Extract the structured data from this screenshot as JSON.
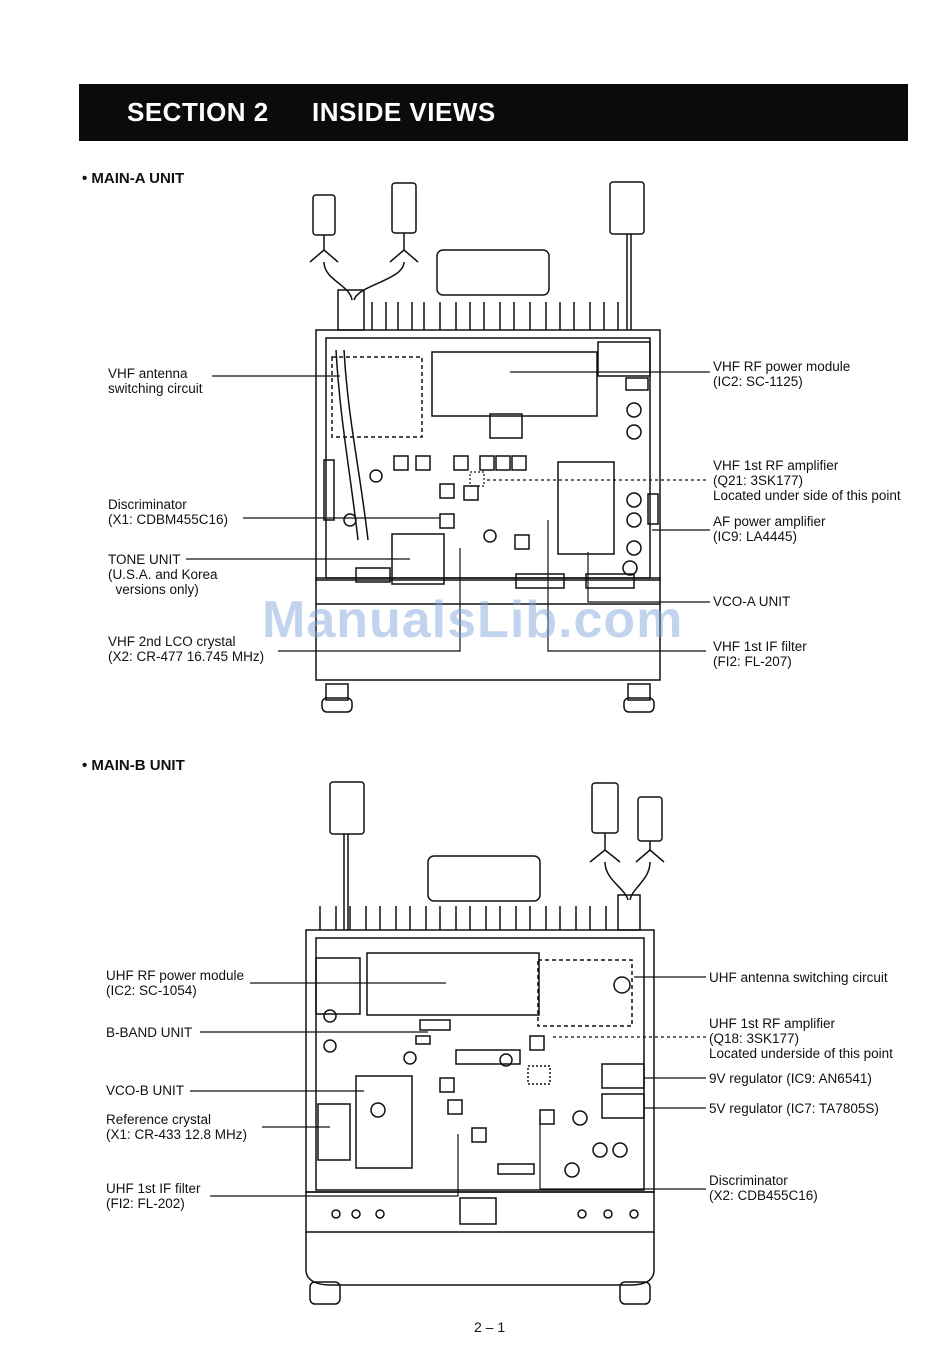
{
  "header": {
    "section_number": "SECTION 2",
    "section_title": "INSIDE VIEWS"
  },
  "main_a": {
    "title": "• MAIN-A UNIT",
    "labels": {
      "vhf_antenna": "VHF antenna\nswitching circuit",
      "discriminator": "Discriminator\n(X1: CDBM455C16)",
      "tone_unit": "TONE UNIT\n(U.S.A. and Korea\n  versions only)",
      "vhf_2nd_lco": "VHF 2nd LCO crystal\n(X2: CR-477 16.745 MHz)",
      "vhf_rf_power": "VHF RF power module\n(IC2: SC-1125)",
      "vhf_1st_rf_amp": "VHF 1st RF amplifier\n(Q21: 3SK177)\nLocated under side of this point",
      "af_power_amp": "AF power amplifier\n(IC9: LA4445)",
      "vco_a_unit": "VCO-A UNIT",
      "vhf_1st_if": "VHF 1st IF filter\n(FI2: FL-207)"
    }
  },
  "main_b": {
    "title": "• MAIN-B UNIT",
    "labels": {
      "uhf_rf_power": "UHF RF power module\n(IC2: SC-1054)",
      "b_band_unit": "B-BAND UNIT",
      "vco_b_unit": "VCO-B UNIT",
      "reference_crystal": "Reference crystal\n(X1: CR-433 12.8 MHz)",
      "uhf_1st_if": "UHF 1st IF filter\n(FI2: FL-202)",
      "uhf_antenna": "UHF antenna switching circuit",
      "uhf_1st_rf_amp": "UHF 1st RF amplifier\n(Q18: 3SK177)\nLocated underside of this point",
      "reg_9v": "9V regulator (IC9: AN6541)",
      "reg_5v": "5V regulator (IC7: TA7805S)",
      "discriminator": "Discriminator\n(X2: CDB455C16)"
    }
  },
  "watermark": "ManualsLib.com",
  "page_number": "2 – 1"
}
